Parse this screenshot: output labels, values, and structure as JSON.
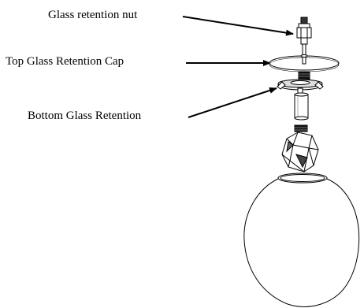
{
  "labels": {
    "nut": "Glass retention nut",
    "top_cap": "Top Glass Retention Cap",
    "bottom": "Bottom Glass Retention"
  },
  "colors": {
    "line": "#000000",
    "fill": "#ffffff",
    "dark": "#111111"
  }
}
